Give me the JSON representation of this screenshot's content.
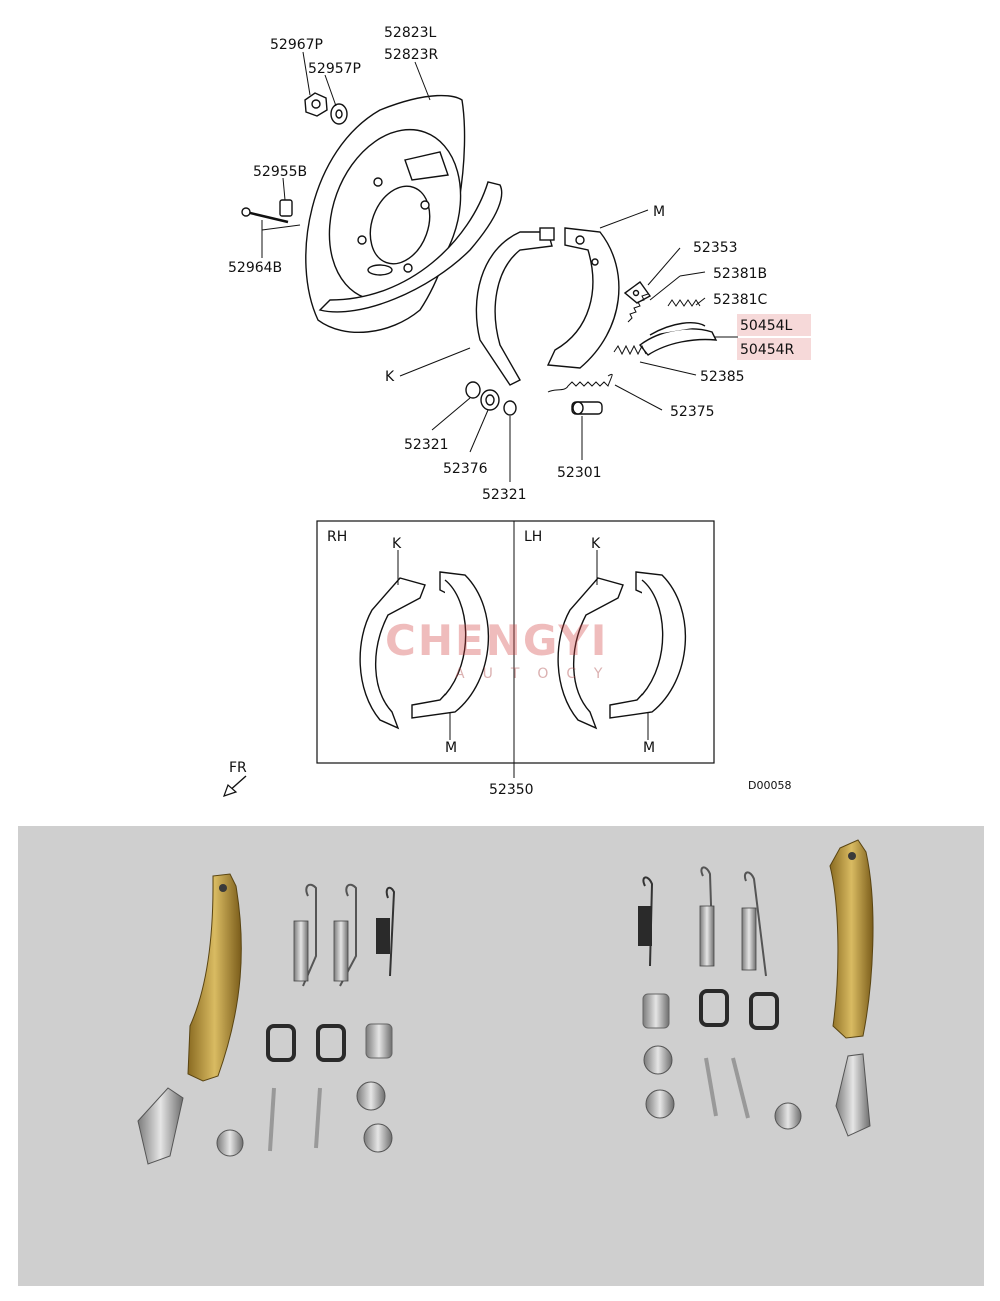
{
  "labels": {
    "p52967P": "52967P",
    "p52957P": "52957P",
    "p52823L": "52823L",
    "p52823R": "52823R",
    "p52955B": "52955B",
    "p52964B": "52964B",
    "m_top": "M",
    "p52353": "52353",
    "p52381B": "52381B",
    "p52381C": "52381C",
    "p50454L": "50454L",
    "p50454R": "50454R",
    "k_top": "K",
    "p52385": "52385",
    "p52375": "52375",
    "p52321a": "52321",
    "p52376": "52376",
    "p52321b": "52321",
    "p52301": "52301",
    "rh": "RH",
    "lh": "LH",
    "k_rh": "K",
    "m_rh": "M",
    "k_lh": "K",
    "m_lh": "M",
    "p52350": "52350",
    "fr": "FR",
    "diagram_code": "D00058"
  },
  "watermark": {
    "main": "CHENGYI",
    "sub": "AUTOCY"
  },
  "colors": {
    "highlight": "#f6d9d9",
    "watermark": "#d04040",
    "photo_background": "#cfcfcf",
    "metal_gold": "#b8973e",
    "spring_dark": "#2a2a2a",
    "metal_silver": "#a9a9a9"
  }
}
